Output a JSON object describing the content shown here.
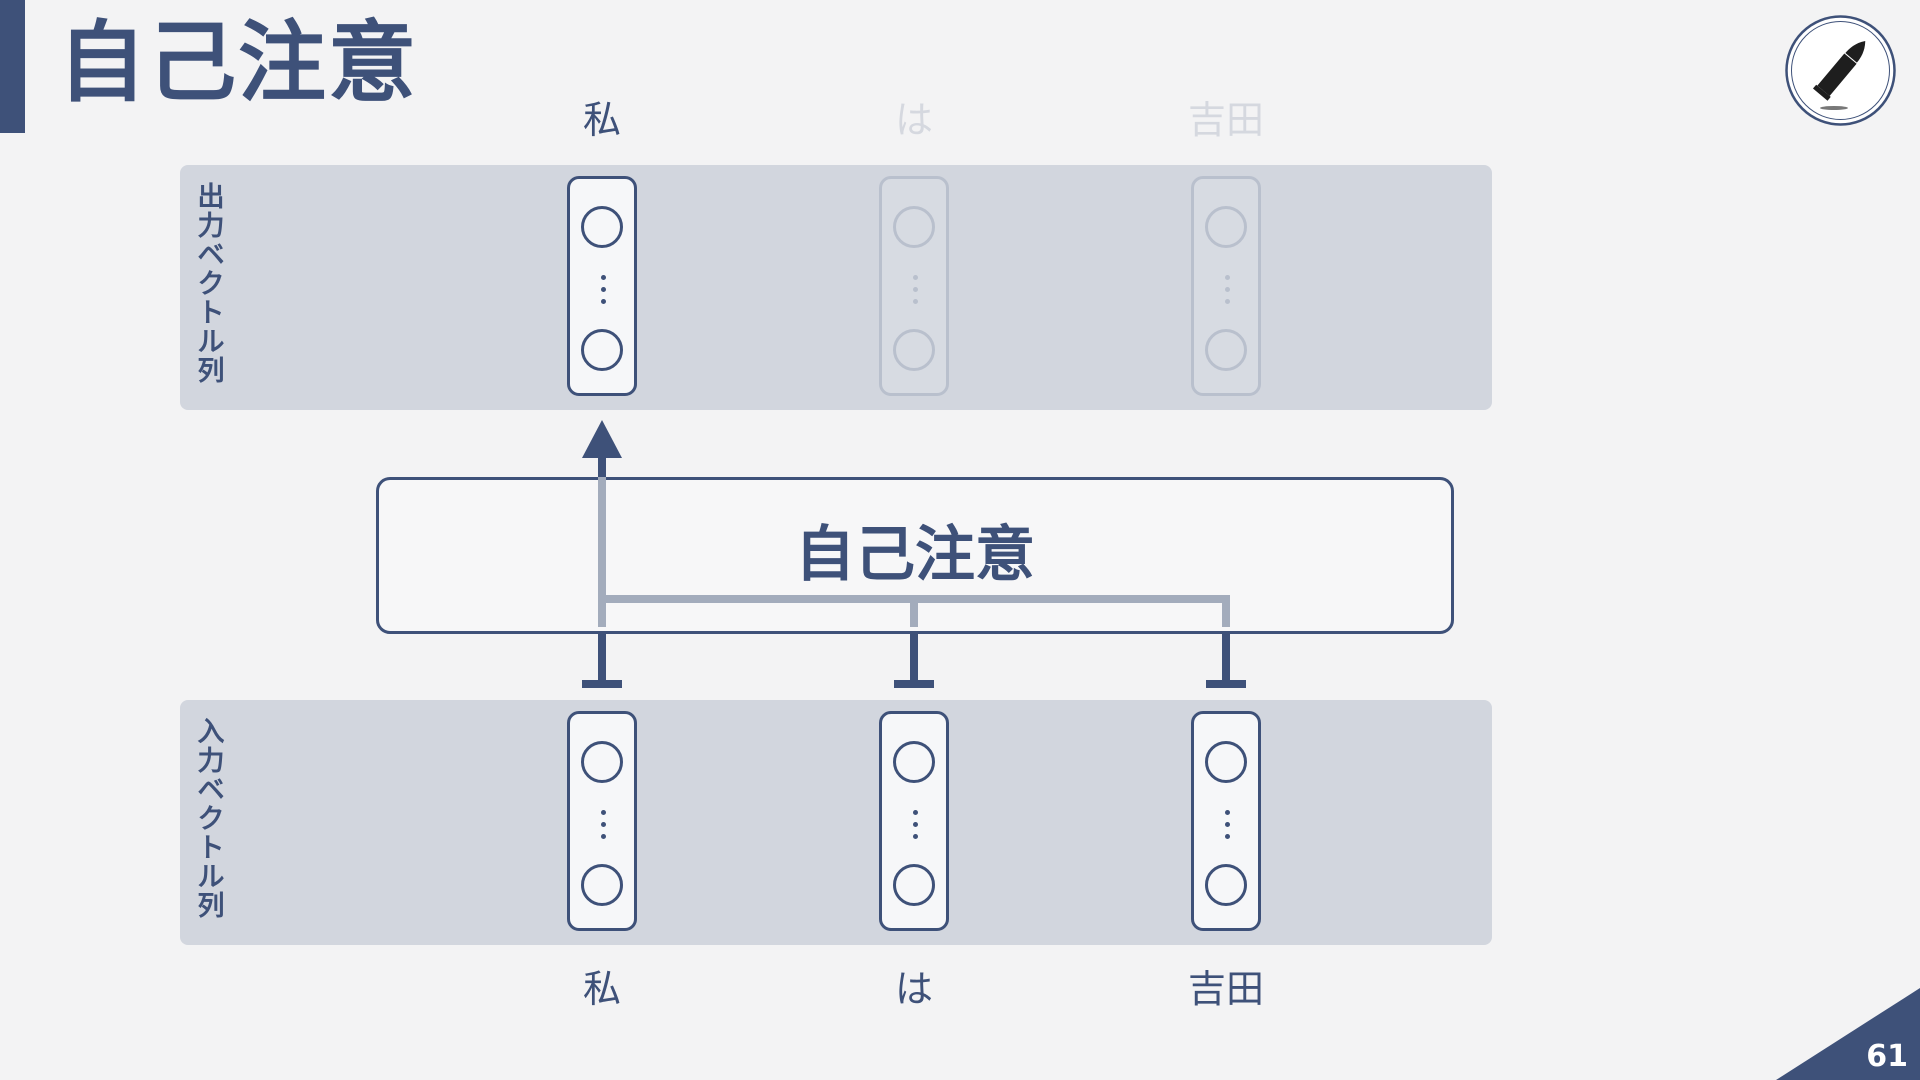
{
  "slide": {
    "title": "自己注意",
    "page_number": "61"
  },
  "top_panel": {
    "label": "出力ベクトル列"
  },
  "bottom_panel": {
    "label": "入力ベクトル列"
  },
  "attention_block": {
    "label": "自己注意"
  },
  "output_tokens": [
    "私",
    "は",
    "吉田"
  ],
  "input_tokens": [
    "私",
    "は",
    "吉田"
  ],
  "active_output_index": 0,
  "logo": {
    "icon": "bullet-icon"
  },
  "colors": {
    "navy": "#3e5179",
    "panel": "#d2d6de",
    "connector": "#a3acbc",
    "background": "#f3f3f4"
  }
}
